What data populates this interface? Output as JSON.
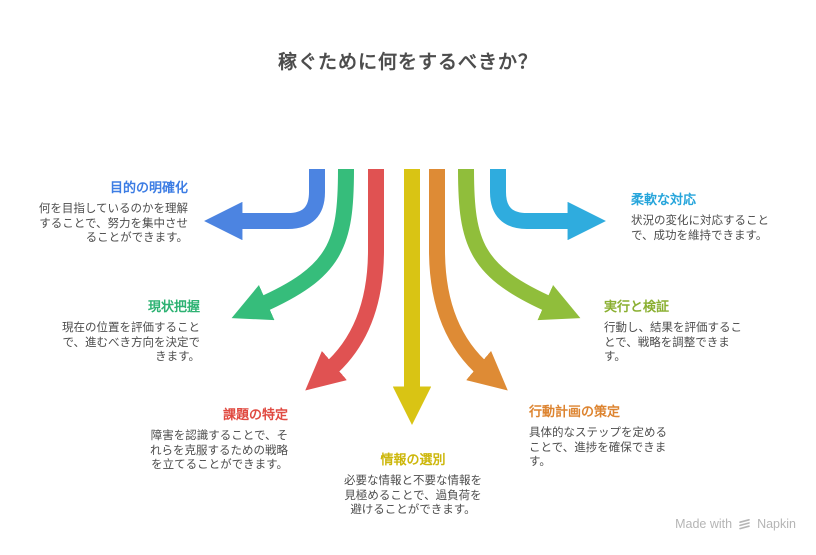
{
  "title": "稼ぐために何をするべきか？",
  "items": [
    {
      "id": "purpose",
      "label": "目的の明確化",
      "description": "何を目指しているのかを理解\nすることで、努力を集中させ\nることができます。",
      "label_color": "#3d7de4",
      "arrow_color": "#4c84e1"
    },
    {
      "id": "current-state",
      "label": "現状把握",
      "description": "現在の位置を評価すること\nで、進むべき方向を決定で\nきます。",
      "label_color": "#2eb273",
      "arrow_color": "#36bd7b"
    },
    {
      "id": "issue-identification",
      "label": "課題の特定",
      "description": "障害を認識することで、そ\nれらを克服するための戦略\nを立てることができます。",
      "label_color": "#e04b42",
      "arrow_color": "#e05252"
    },
    {
      "id": "information-selection",
      "label": "情報の選別",
      "description": "必要な情報と不要な情報を\n見極めることで、過負荷を\n避けることができます。",
      "label_color": "#cdb70b",
      "arrow_color": "#d9c414"
    },
    {
      "id": "action-plan",
      "label": "行動計画の策定",
      "description": "具体的なステップを定める\nことで、進捗を確保できま\nす。",
      "label_color": "#dd8430",
      "arrow_color": "#de8b35"
    },
    {
      "id": "execute-verify",
      "label": "実行と検証",
      "description": "行動し、結果を評価するこ\nとで、戦略を調整できま\nす。",
      "label_color": "#8bb032",
      "arrow_color": "#90be3b"
    },
    {
      "id": "flexible-response",
      "label": "柔軟な対応",
      "description": "状況の変化に対応すること\nで、成功を維持できます。",
      "label_color": "#26a5db",
      "arrow_color": "#2facde"
    }
  ],
  "footer": {
    "text": "Made with",
    "brand": "Napkin"
  }
}
